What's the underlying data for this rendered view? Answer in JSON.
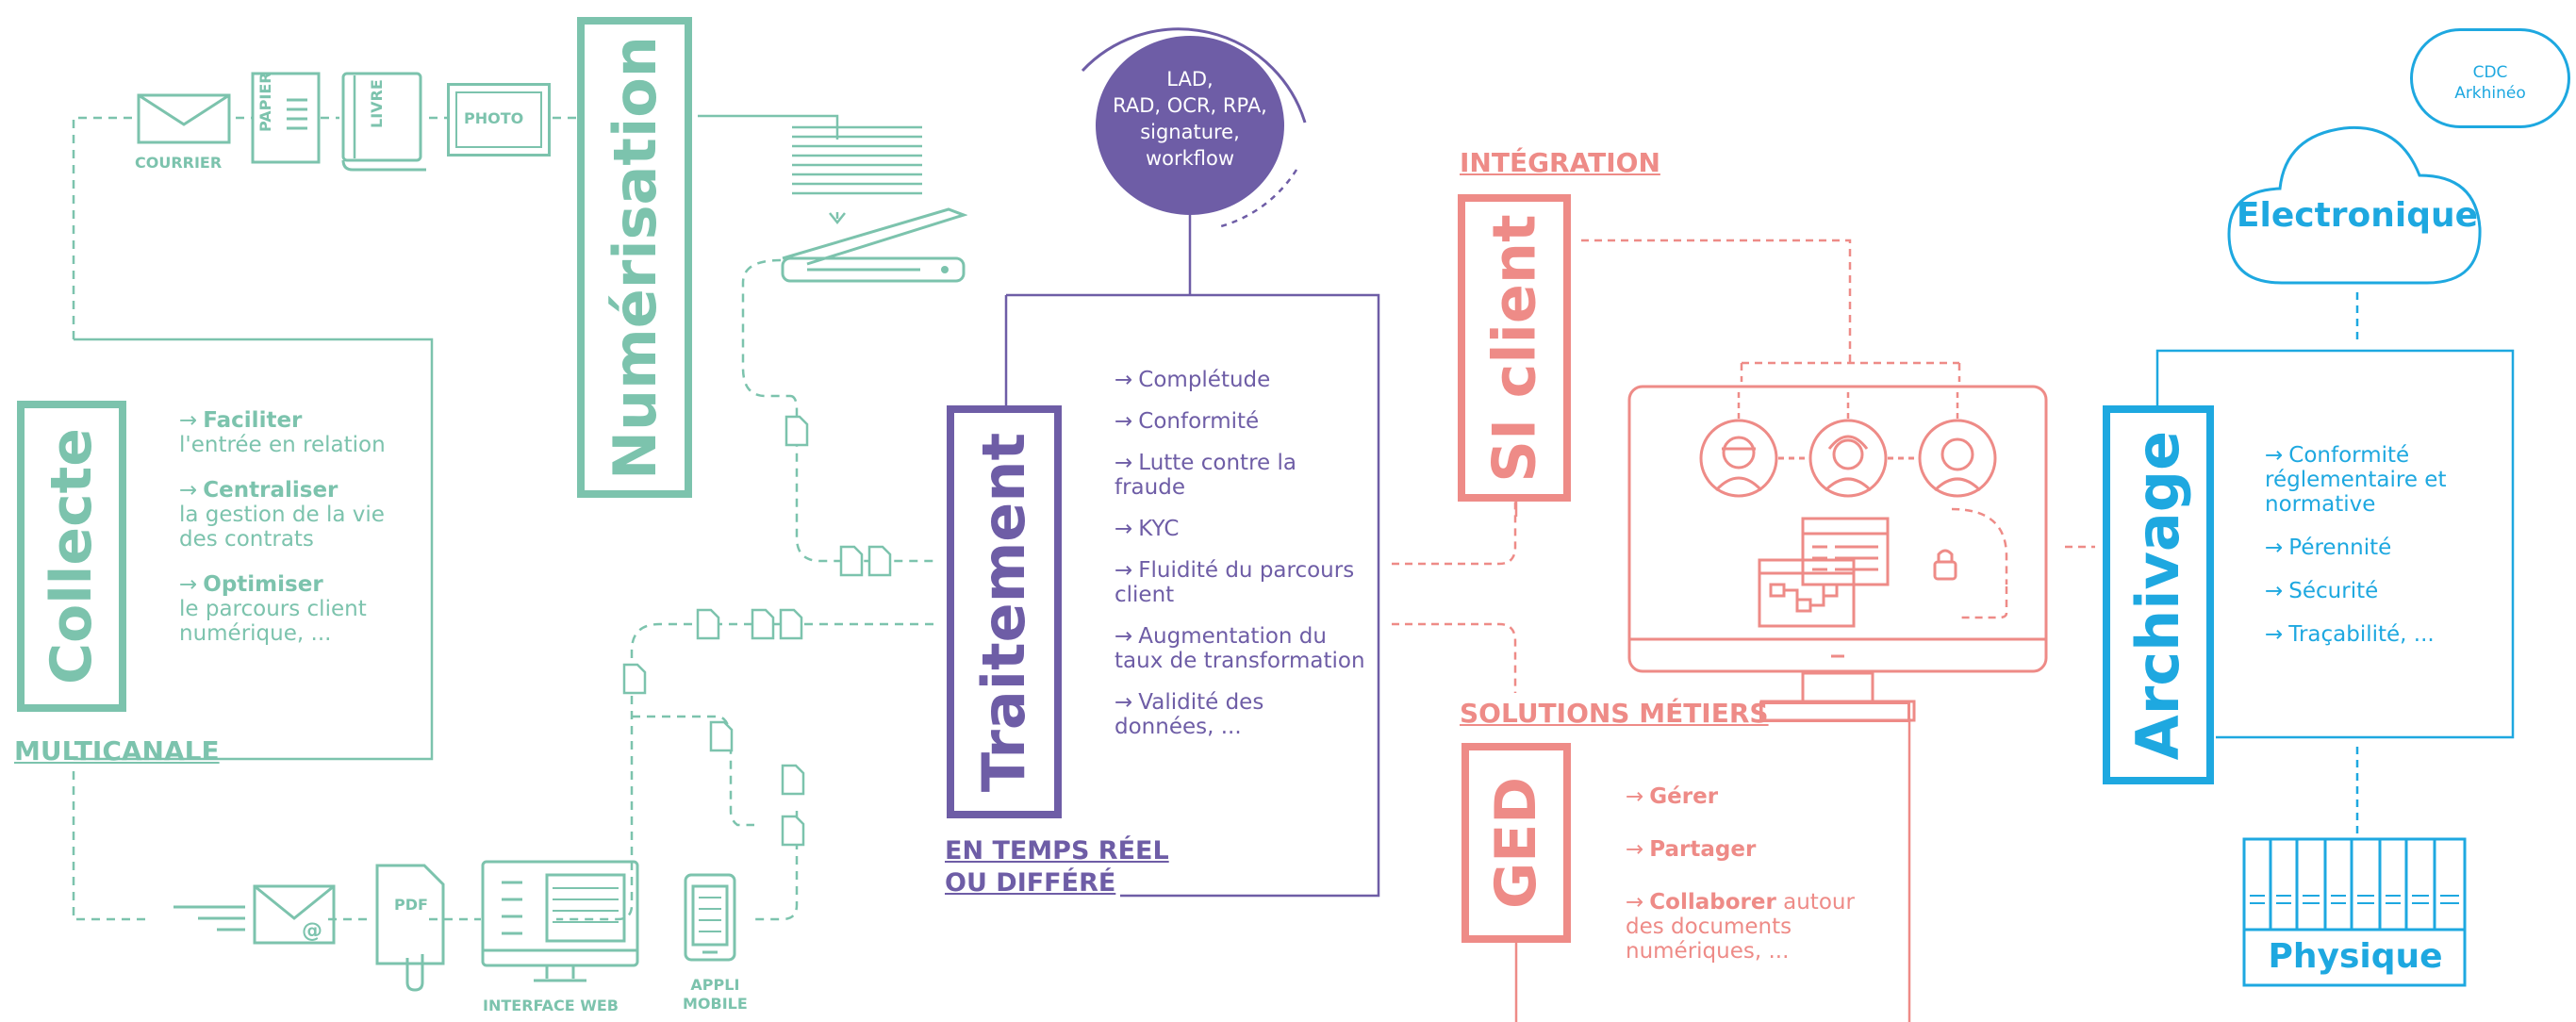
{
  "colors": {
    "teal": "#7cc3ad",
    "purple": "#6e5da6",
    "coral": "#ee8b87",
    "blue": "#1ea8e0"
  },
  "collecte": {
    "title": "Collecte",
    "section": "MULTICANALE",
    "items": [
      {
        "bold": "Faciliter",
        "rest": "l'entrée en relation"
      },
      {
        "bold": "Centraliser",
        "rest": "la gestion de la vie des contrats"
      },
      {
        "bold": "Optimiser",
        "rest": "le parcours client numérique, ..."
      }
    ],
    "icons": {
      "courrier": "COURRIER",
      "papier": "PAPIER",
      "livre": "LIVRE",
      "photo": "PHOTO",
      "pdf": "PDF",
      "interface_web": "INTERFACE WEB",
      "appli_line1": "APPLI",
      "appli_line2": "MOBILE"
    }
  },
  "numerisation": {
    "title": "Numérisation"
  },
  "tools": {
    "line1": "LAD,",
    "line2": "RAD, OCR, RPA,",
    "line3": "signature,",
    "line4": "workflow"
  },
  "traitement": {
    "title": "Traitement",
    "section_line1": "EN TEMPS RÉEL",
    "section_line2": "OU DIFFÉRÉ",
    "items": [
      "Complétude",
      "Conformité",
      "Lutte contre la fraude",
      "KYC",
      "Fluidité du parcours client",
      "Augmentation du taux de transformation",
      "Validité des données, ..."
    ]
  },
  "si_client": {
    "title": "SI client",
    "section": "INTÉGRATION"
  },
  "ged": {
    "title": "GED",
    "section": "SOLUTIONS MÉTIERS",
    "items": [
      {
        "bold": "Gérer",
        "rest": ""
      },
      {
        "bold": "Partager",
        "rest": ""
      },
      {
        "bold": "Collaborer",
        "rest": " autour des documents numériques, ..."
      }
    ]
  },
  "archivage": {
    "title": "Archivage",
    "cloud_badge_line1": "CDC",
    "cloud_badge_line2": "Arkhinéo",
    "electronique": "Electronique",
    "physique": "Physique",
    "items": [
      "Conformité réglementaire et normative",
      "Pérennité",
      "Sécurité",
      "Traçabilité, ..."
    ]
  }
}
